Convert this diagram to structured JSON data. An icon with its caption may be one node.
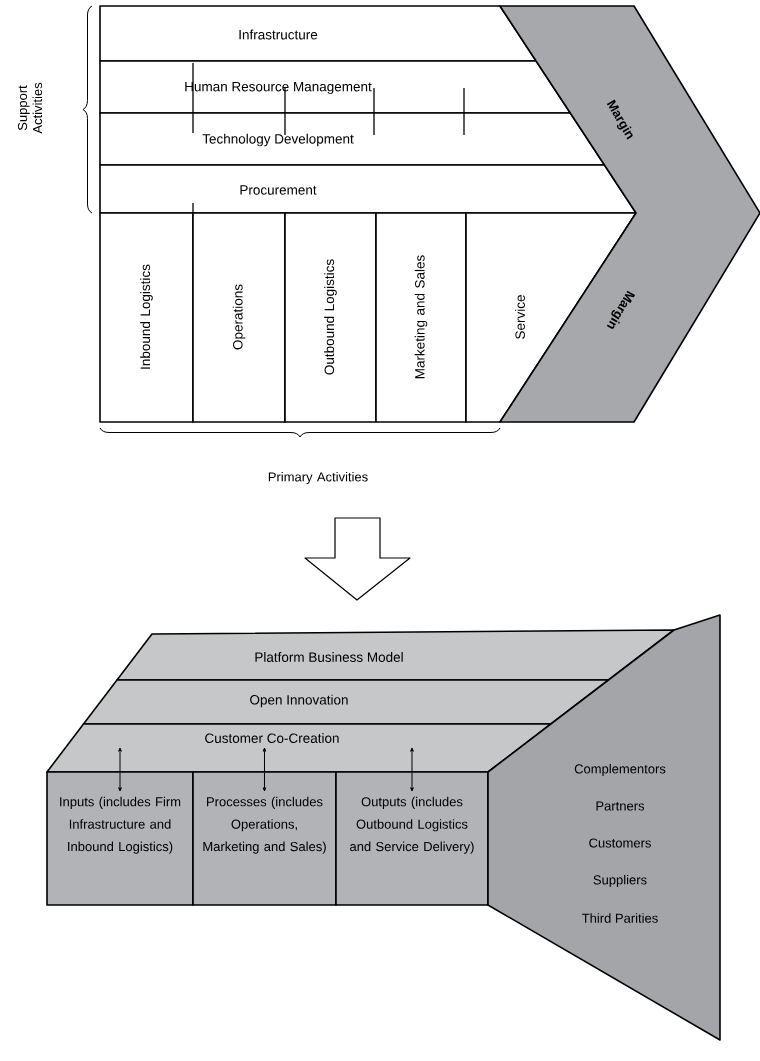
{
  "diagram": {
    "nodes": [
      {
        "text": [
          "Infrastructure"
        ]
      },
      {
        "text": [
          "Human Resource Management"
        ]
      },
      {
        "text": [
          "Technology Development"
        ]
      },
      {
        "text": [
          "Procurement"
        ]
      },
      {
        "text": [
          "Inbound Logistics"
        ]
      },
      {
        "text": [
          "Operations"
        ]
      },
      {
        "text": [
          "Outbound Logistics"
        ]
      },
      {
        "text": [
          "Marketing and Sales"
        ]
      },
      {
        "text": [
          "Service"
        ]
      },
      {
        "text": [
          "Margin",
          "Margin"
        ]
      },
      {
        "text": [
          "Platform Business Model"
        ]
      },
      {
        "text": [
          "Open Innovation"
        ]
      },
      {
        "text": [
          "Customer Co-Creation"
        ]
      },
      {
        "text": [
          "Inputs (includes Firm Infrastructure and Inbound Logistics)"
        ]
      },
      {
        "text": [
          "Processes (includes Operations, Marketing and Sales)"
        ]
      },
      {
        "text": [
          "Outputs (includes Outbound Logistics and Service Delivery)"
        ]
      },
      {
        "text": [
          "Complementors",
          "Partners",
          "Customers",
          "Suppliers",
          "Third Parities"
        ]
      }
    ],
    "edges": [
      {
        "from": 12,
        "to": 13,
        "arrow": "both"
      },
      {
        "from": 12,
        "to": 14,
        "arrow": "both"
      },
      {
        "from": 12,
        "to": 15,
        "arrow": "both"
      }
    ],
    "labels": [
      "Support Activities",
      "Primary Activities"
    ]
  }
}
